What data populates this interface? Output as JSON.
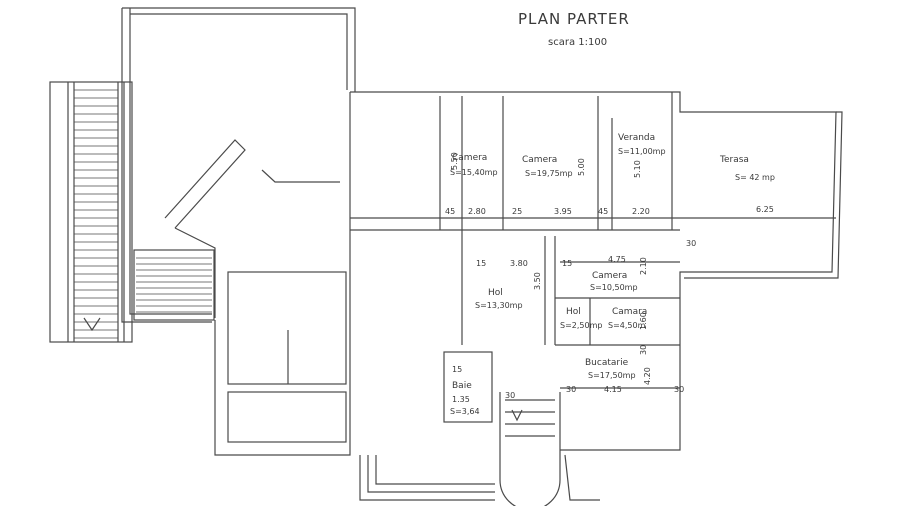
{
  "title": "PLAN PARTER",
  "scale": "scara 1:100",
  "rooms": [
    {
      "name": "Camera",
      "area": "S=15,40mp"
    },
    {
      "name": "Camera",
      "area": "S=19,75mp"
    },
    {
      "name": "Veranda",
      "area": "S=11,00mp"
    },
    {
      "name": "Terasa",
      "area": "S= 42 mp"
    },
    {
      "name": "Camera",
      "area": "S=10,50mp"
    },
    {
      "name": "Hol",
      "area": "S=13,30mp"
    },
    {
      "name": "Hol",
      "area": "S=2,50mp"
    },
    {
      "name": "Camara",
      "area": "S=4,50m"
    },
    {
      "name": "Bucatarie",
      "area": "S=17,50mp"
    },
    {
      "name": "Baie",
      "area": "S=3,64"
    }
  ],
  "dimensions": {
    "d1": "45",
    "d2": "2.80",
    "d3": "25",
    "d4": "3.95",
    "d5": "45",
    "d6": "2.20",
    "d7": "6.25",
    "d8": "5.50",
    "d9": "5.00",
    "d10": "5.10",
    "d11": "15",
    "d12": "3.80",
    "d13": "15",
    "d14": "4.75",
    "d15": "30",
    "d16": "3.50",
    "d17": "2.10",
    "d18": "1.60",
    "d19": "30",
    "d20": "15",
    "d21": "1.35",
    "d22": "30",
    "d23": "30",
    "d24": "4.15",
    "d25": "30",
    "d26": "4.20"
  }
}
